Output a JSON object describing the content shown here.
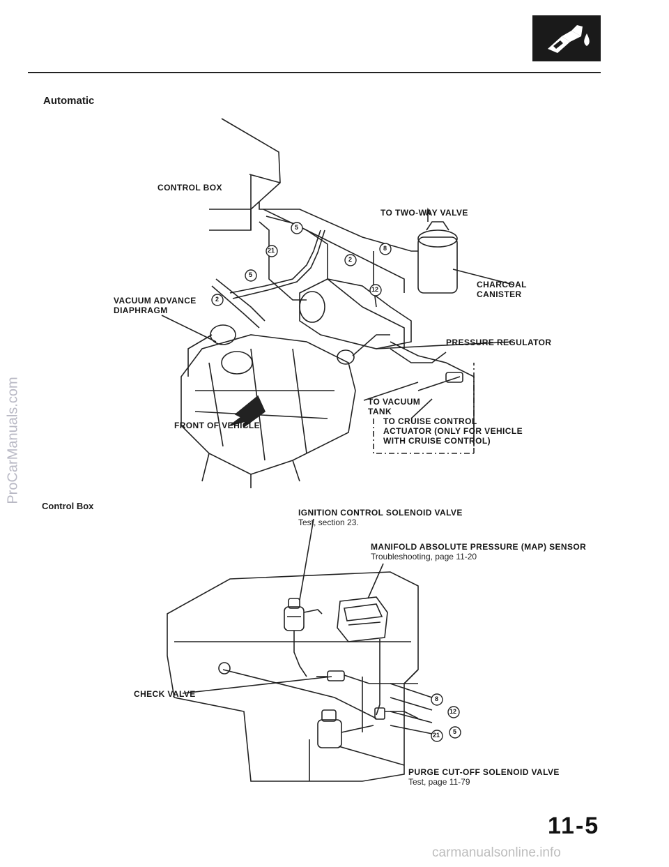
{
  "header": {
    "section_icon": "fuel-nozzle-icon",
    "section_title": "Automatic"
  },
  "engine_diagram": {
    "labels": {
      "control_box": "CONTROL BOX",
      "two_way_valve": "TO TWO-WAY VALVE",
      "charcoal_canister_1": "CHARCOAL",
      "charcoal_canister_2": "CANISTER",
      "vacuum_advance_1": "VACUUM ADVANCE",
      "vacuum_advance_2": "DIAPHRAGM",
      "pressure_regulator": "PRESSURE REGULATOR",
      "vacuum_tank_1": "TO VACUUM",
      "vacuum_tank_2": "TANK",
      "cruise_1": "TO CRUISE CONTROL",
      "cruise_2": "ACTUATOR (ONLY FOR VEHICLE",
      "cruise_3": "WITH CRUISE CONTROL)",
      "front": "FRONT OF VEHICLE"
    },
    "hose_numbers": [
      "5",
      "21",
      "8",
      "2",
      "12",
      "5",
      "2"
    ]
  },
  "control_box_diagram": {
    "title": "Control Box",
    "ignition_valve": "IGNITION CONTROL SOLENOID VALVE",
    "ignition_ref": "Test, section 23.",
    "map_sensor": "MANIFOLD ABSOLUTE PRESSURE (MAP) SENSOR",
    "map_ref": "Troubleshooting, page 11-20",
    "check_valve": "CHECK VALVE",
    "purge_valve": "PURGE CUT-OFF SOLENOID VALVE",
    "purge_ref": "Test, page 11-79",
    "port_numbers": [
      "8",
      "12",
      "21",
      "5"
    ]
  },
  "page": {
    "number": "11-5"
  },
  "watermark": "ProCarManuals.com",
  "footer": "carmanualsonline.info"
}
